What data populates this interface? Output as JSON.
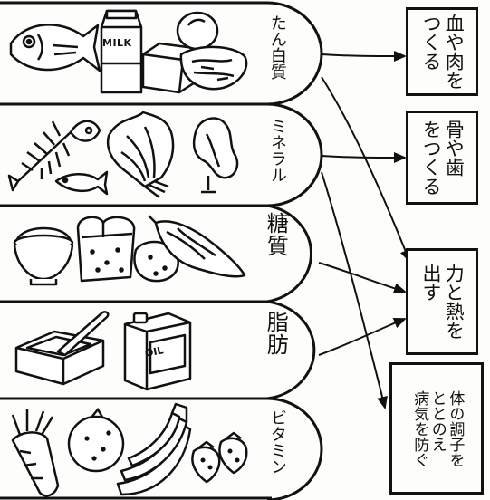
{
  "nutrients": [
    {
      "id": "protein",
      "label": "たん白質"
    },
    {
      "id": "mineral",
      "label": "ミネラル"
    },
    {
      "id": "carbohydrate",
      "label": "糖質"
    },
    {
      "id": "fat",
      "label": "脂肪"
    },
    {
      "id": "vitamin",
      "label": "ビタミン"
    }
  ],
  "effects": [
    {
      "id": "blood",
      "label": "血や肉を\nつくる"
    },
    {
      "id": "bone",
      "label": "骨や歯\nをつくる"
    },
    {
      "id": "energy",
      "label": "力と熱を\n出す"
    },
    {
      "id": "condition",
      "label": "体の調子を\nととのえ\n病気を防ぐ"
    }
  ],
  "image_labels": {
    "milk": "MILK",
    "oil": "OIL"
  },
  "connections": [
    [
      "protein",
      "blood"
    ],
    [
      "protein",
      "energy"
    ],
    [
      "mineral",
      "bone"
    ],
    [
      "mineral",
      "condition"
    ],
    [
      "carbohydrate",
      "energy"
    ],
    [
      "fat",
      "energy"
    ]
  ]
}
